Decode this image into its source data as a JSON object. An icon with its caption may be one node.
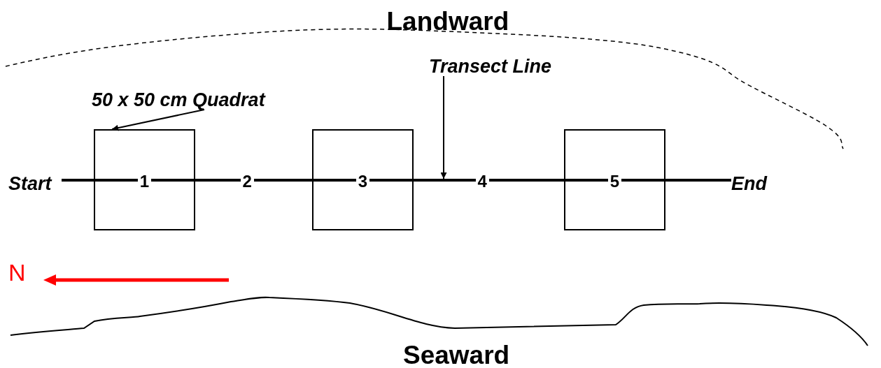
{
  "diagram": {
    "nodes": [
      {
        "text": [
          "50 x 50 cm Quadrat"
        ]
      },
      {
        "text": [
          "Transect Line"
        ]
      },
      {
        "text": [
          "1"
        ]
      },
      {
        "text": [
          "3"
        ]
      },
      {
        "text": [
          "5"
        ]
      }
    ],
    "edges": [
      {
        "from": 0,
        "to": 2,
        "arrow": "to"
      },
      {
        "from": 1,
        "to": null,
        "arrow": "to"
      }
    ],
    "labels": [
      "Landward",
      "Start",
      "2",
      "4",
      "End",
      "N",
      "Seaward"
    ]
  }
}
